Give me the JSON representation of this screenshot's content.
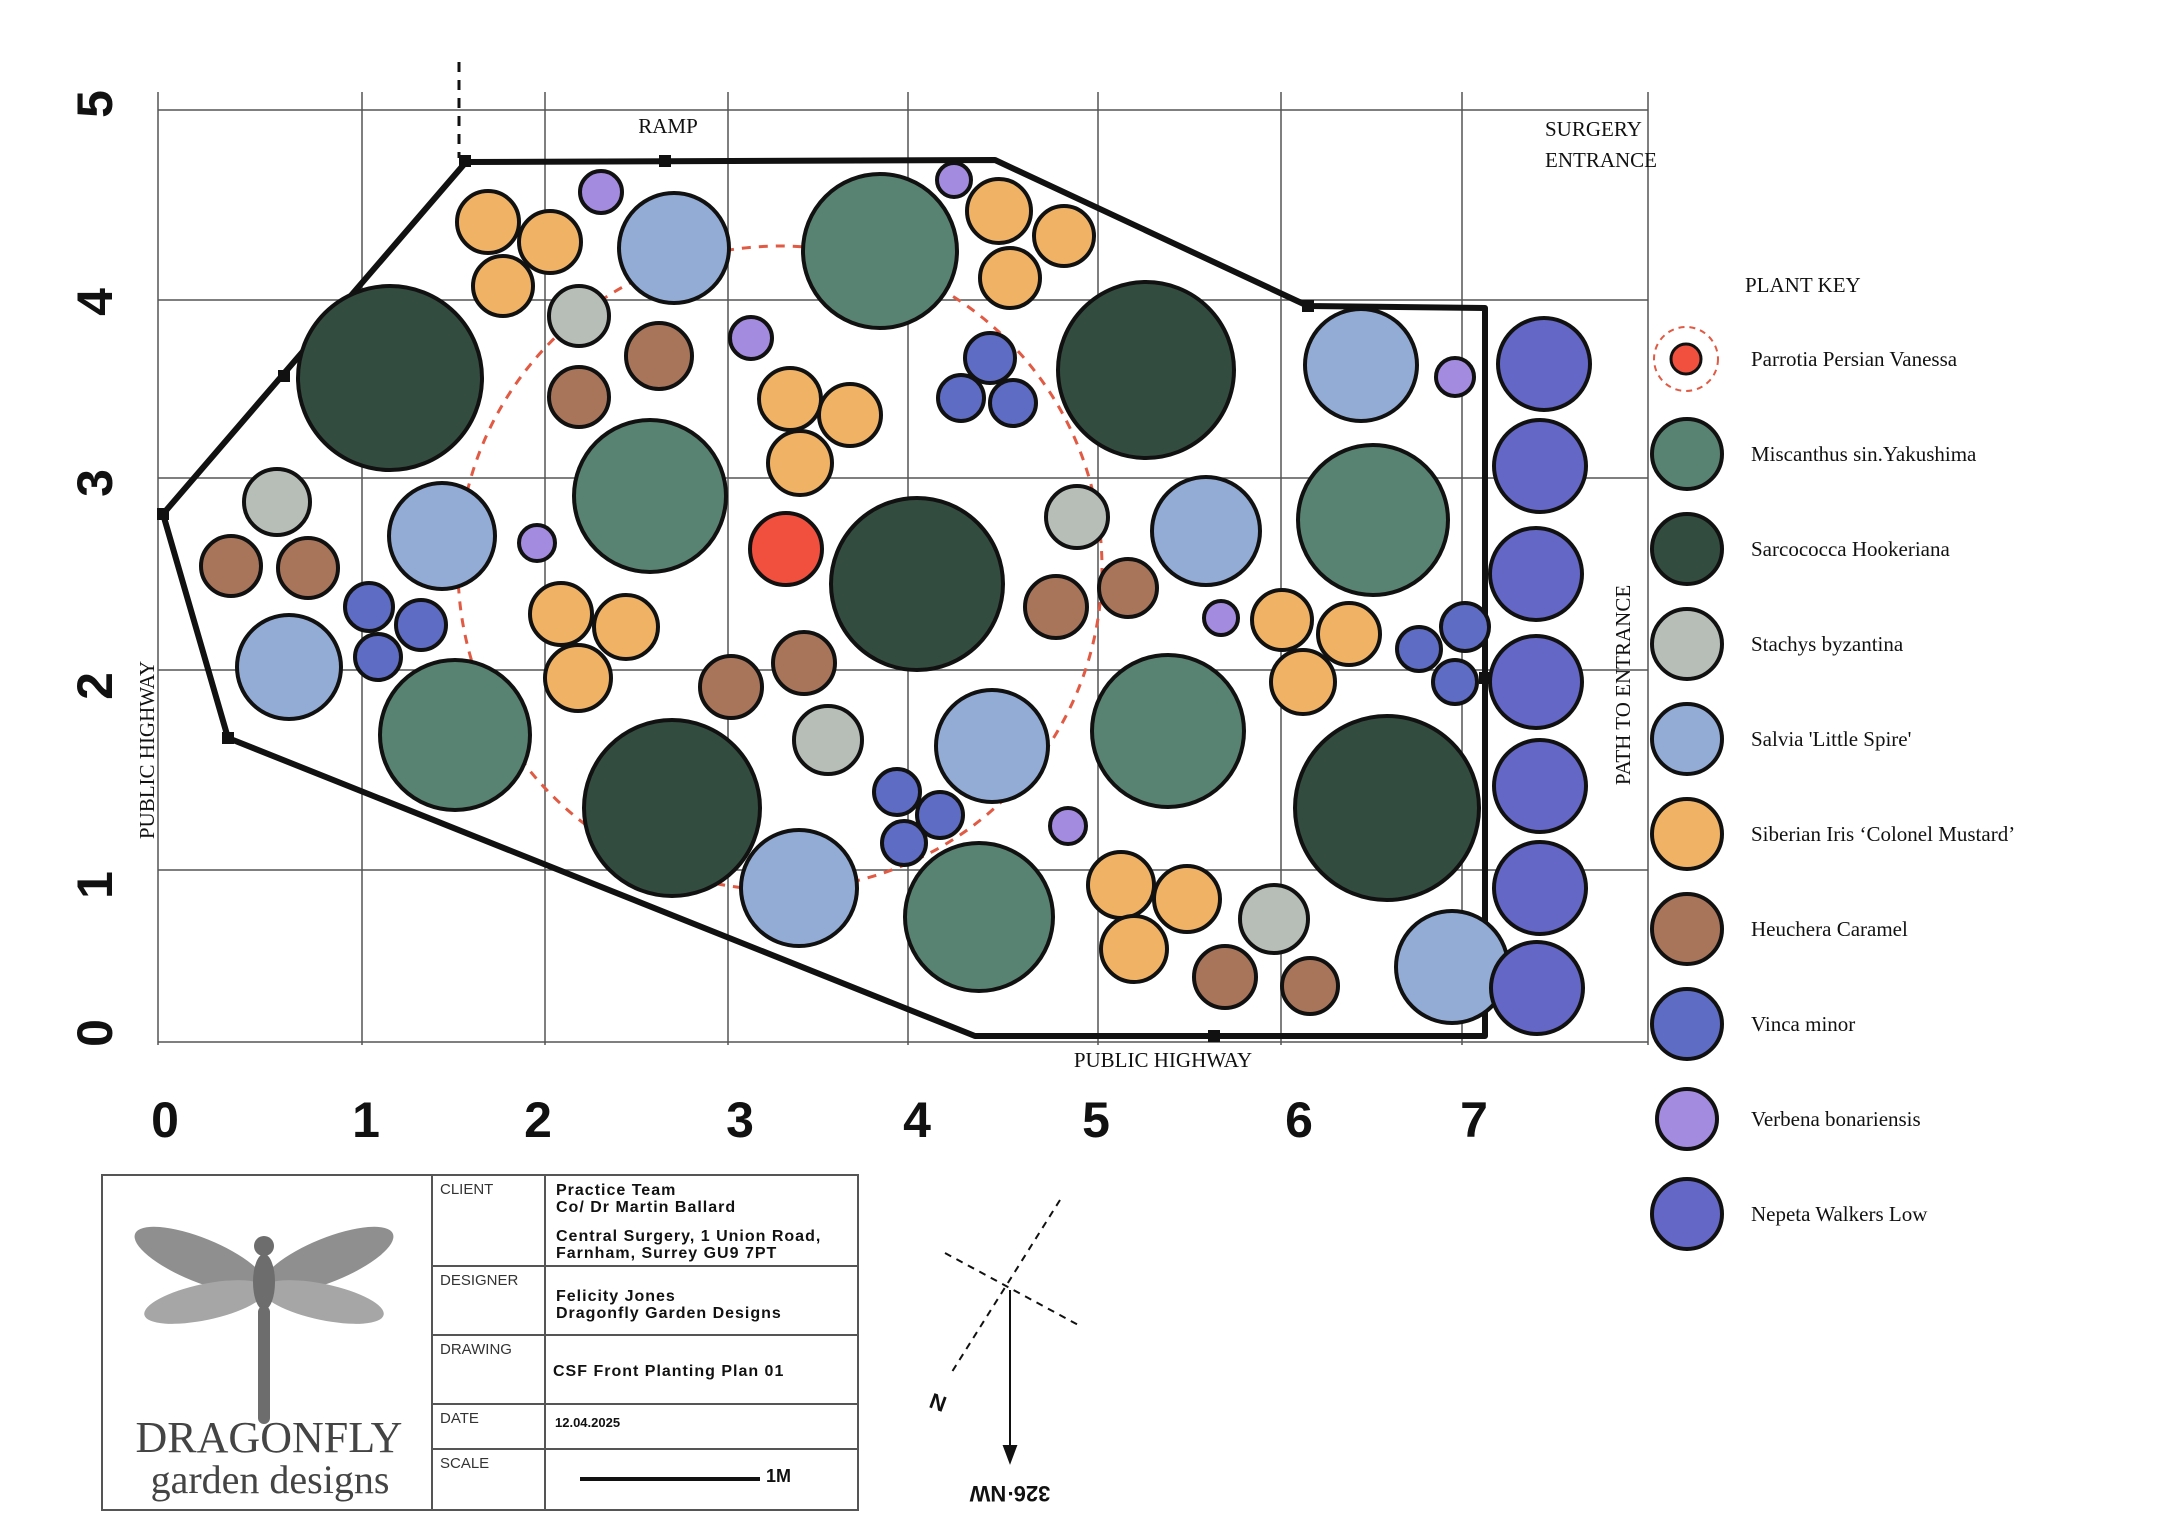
{
  "axes": {
    "y_labels": [
      "0",
      "1",
      "2",
      "3",
      "4",
      "5"
    ],
    "x_labels": [
      "0",
      "1",
      "2",
      "3",
      "4",
      "5",
      "6",
      "7"
    ]
  },
  "site_labels": {
    "ramp": "RAMP",
    "surgery_entrance": [
      "SURGERY",
      "ENTRANCE"
    ],
    "public_highway_left": "PUBLIC HIGHWAY",
    "public_highway_bottom": "PUBLIC HIGHWAY",
    "path_to_entrance": "PATH TO ENTRANCE"
  },
  "plants": {
    "parrotia": {
      "name": "Parrotia Persian Vanessa",
      "color": "#f2503f"
    },
    "miscanthus": {
      "name": "Miscanthus sin.Yakushima",
      "color": "#588272"
    },
    "sarcococca": {
      "name": "Sarcococca Hookeriana",
      "color": "#334c40"
    },
    "stachys": {
      "name": "Stachys byzantina",
      "color": "#b7beb8"
    },
    "salvia": {
      "name": "Salvia 'Little Spire'",
      "color": "#93acd6"
    },
    "iris": {
      "name": "Siberian Iris ‘Colonel Mustard’",
      "color": "#f0b264"
    },
    "heuchera": {
      "name": "Heuchera Caramel",
      "color": "#a8755a"
    },
    "vinca": {
      "name": "Vinca minor",
      "color": "#5f6cc4"
    },
    "verbena": {
      "name": "Verbena bonariensis",
      "color": "#a38be0"
    },
    "nepeta": {
      "name": "Nepeta Walkers Low",
      "color": "#6567c6"
    }
  },
  "legend": {
    "title": "PLANT KEY",
    "order": [
      "parrotia",
      "miscanthus",
      "sarcococca",
      "stachys",
      "salvia",
      "iris",
      "heuchera",
      "vinca",
      "verbena",
      "nepeta"
    ]
  },
  "title_block": {
    "brand_line1": "DRAGONFLY",
    "brand_line2": "garden designs",
    "client_label": "CLIENT",
    "client_name": "Practice Team",
    "client_contact": "Co/ Dr Martin Ballard",
    "client_address1": "Central Surgery, 1 Union Road,",
    "client_address2": "Farnham, Surrey GU9 7PT",
    "designer_label": "DESIGNER",
    "designer_name": "Felicity Jones",
    "designer_company": "Dragonfly Garden Designs",
    "drawing_label": "DRAWING",
    "drawing_value": "CSF Front Planting Plan 01",
    "date_label": "DATE",
    "date_value": "12.04.2025",
    "scale_label": "SCALE",
    "scale_value": "1M"
  },
  "compass": {
    "north_label": "N",
    "bearing_label": "326·NW"
  }
}
